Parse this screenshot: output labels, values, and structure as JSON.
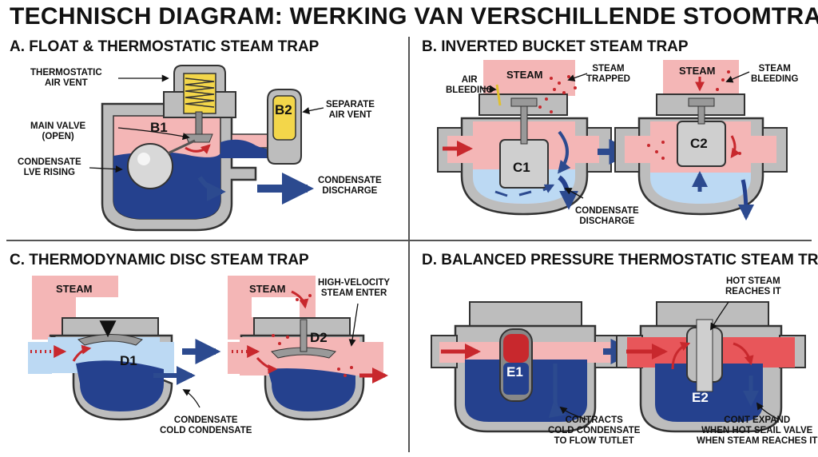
{
  "title": "TECHNISCH DIAGRAM: WERKING VAN VERSCHILLENDE STOOMTRAPS",
  "panel_a": {
    "heading": "A. FLOAT & THERMOSTATIC STEAM TRAP",
    "thermostatic_vent": [
      "THERMOSTATIC",
      "AIR VENT"
    ],
    "main_valve": [
      "MAIN VALVE",
      "(OPEN)"
    ],
    "condensate_rising": [
      "CONDENSATE",
      "LVE RISING"
    ],
    "separate_vent": [
      "SEPARATE",
      "AIR VENT"
    ],
    "discharge": [
      "CONDENSATE",
      "DISCHARGE"
    ],
    "b1": "B1",
    "b2": "B2"
  },
  "panel_b": {
    "heading": "B. INVERTED BUCKET STEAM TRAP",
    "steam1": "STEAM",
    "steam_trapped": [
      "STEAM",
      "TRAPPED"
    ],
    "air_bleeding": [
      "AIR",
      "BLEEDING"
    ],
    "steam2": "STEAM",
    "steam_bleeding": [
      "STEAM",
      "BLEEDING"
    ],
    "discharge": [
      "CONDENSATE",
      "DISCHARGE"
    ],
    "c1": "C1",
    "c2": "C2"
  },
  "panel_c": {
    "heading": "C. THERMODYNAMIC DISC STEAM TRAP",
    "steam1": "STEAM",
    "steam2": "STEAM",
    "high_velocity": [
      "HIGH-VELOCITY",
      "STEAM ENTER"
    ],
    "condensate": [
      "CONDENSATE",
      "COLD CONDENSATE"
    ],
    "d1": "D1",
    "d2": "D2"
  },
  "panel_d": {
    "heading": "D. BALANCED PRESSURE THERMOSTATIC STEAM TRAP",
    "hot_steam": [
      "HOT STEAM",
      "REACHES IT"
    ],
    "contracts": [
      "CONTRACTS",
      "COLD CONDENSATE",
      "TO FLOW TUTLET"
    ],
    "expand": [
      "CONT EXPAND",
      "WHEN HOT SEAIL VALVE",
      "WHEN STEAM REACHES IT"
    ],
    "e1": "E1",
    "e2": "E2"
  },
  "colors": {
    "steam": "#f4b6b6",
    "steam_hot": "#e8565a",
    "condensate": "#25418e",
    "condensate_light": "#bcd9f3",
    "body": "#bdbdbd",
    "outline": "#333333",
    "arrow_blue": "#2c4a8f",
    "arrow_red": "#c8282d",
    "vent_yellow": "#f3d64a"
  }
}
